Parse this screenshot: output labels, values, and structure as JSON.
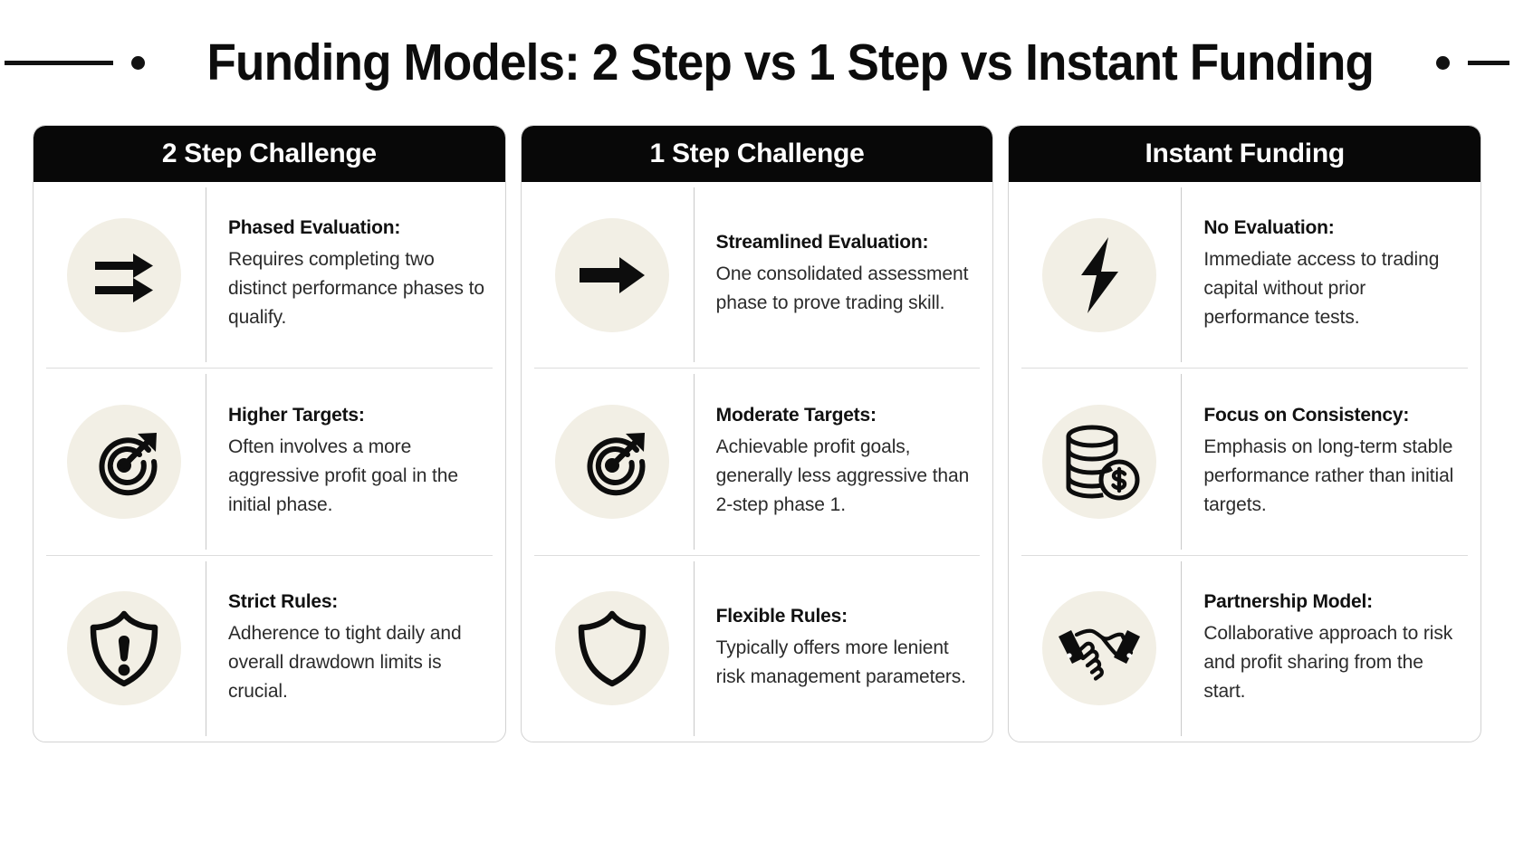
{
  "header": {
    "title": "Funding Models: 2 Step vs 1 Step vs Instant Funding",
    "left_rule": "long-dash",
    "left_dot": "bullet",
    "right_dot": "bullet",
    "right_rule": "short-dash"
  },
  "columns": [
    {
      "id": "two-step-challenge",
      "title": "2 Step Challenge",
      "features": [
        {
          "icon": "double-arrow-right-icon",
          "title": "Phased Evaluation:",
          "desc": "Requires completing two distinct performance phases to qualify."
        },
        {
          "icon": "target-arrow-icon",
          "title": "Higher Targets:",
          "desc": "Often involves a more aggressive profit goal in the initial phase."
        },
        {
          "icon": "shield-exclamation-icon",
          "title": "Strict Rules:",
          "desc": "Adherence to tight daily and overall drawdown limits is crucial."
        }
      ]
    },
    {
      "id": "one-step-challenge",
      "title": "1 Step Challenge",
      "features": [
        {
          "icon": "arrow-right-icon",
          "title": "Streamlined Evaluation:",
          "desc": "One consolidated assessment phase to prove trading skill."
        },
        {
          "icon": "target-arrow-icon",
          "title": "Moderate Targets:",
          "desc": "Achievable profit goals, generally less aggressive than 2-step phase 1."
        },
        {
          "icon": "shield-icon",
          "title": "Flexible Rules:",
          "desc": "Typically offers more lenient risk management parameters."
        }
      ]
    },
    {
      "id": "instant-funding",
      "title": "Instant Funding",
      "features": [
        {
          "icon": "lightning-bolt-icon",
          "title": "No Evaluation:",
          "desc": "Immediate access to trading capital without prior performance tests."
        },
        {
          "icon": "coin-stack-dollar-icon",
          "title": "Focus on Consistency:",
          "desc": "Emphasis on long-term stable performance rather than initial targets."
        },
        {
          "icon": "handshake-icon",
          "title": "Partnership Model:",
          "desc": "Collaborative approach to risk and profit sharing from the start."
        }
      ]
    }
  ],
  "colors": {
    "background": "#ffffff",
    "header_bar": "#080808",
    "header_text": "#ffffff",
    "icon_circle": "#f2efe5",
    "card_border": "#d2d2d2",
    "divider": "#dddddd",
    "title_text": "#0c0c0c",
    "body_text": "#2b2b2b"
  }
}
